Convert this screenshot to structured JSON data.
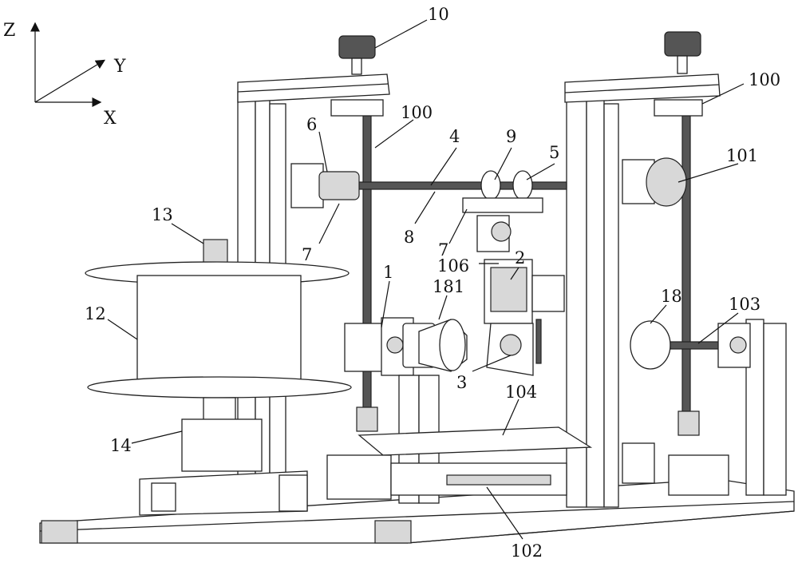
{
  "figure": {
    "axes": {
      "z": "Z",
      "y": "Y",
      "x": "X"
    },
    "labels": {
      "l10": "10",
      "l100a": "100",
      "l100b": "100",
      "l6": "6",
      "l4": "4",
      "l9": "9",
      "l5": "5",
      "l101": "101",
      "l13": "13",
      "l7a": "7",
      "l8": "8",
      "l7b": "7",
      "l106": "106",
      "l2": "2",
      "l1": "1",
      "l181": "181",
      "l12": "12",
      "l18": "18",
      "l103": "103",
      "l3": "3",
      "l104": "104",
      "l14": "14",
      "l102": "102"
    }
  }
}
